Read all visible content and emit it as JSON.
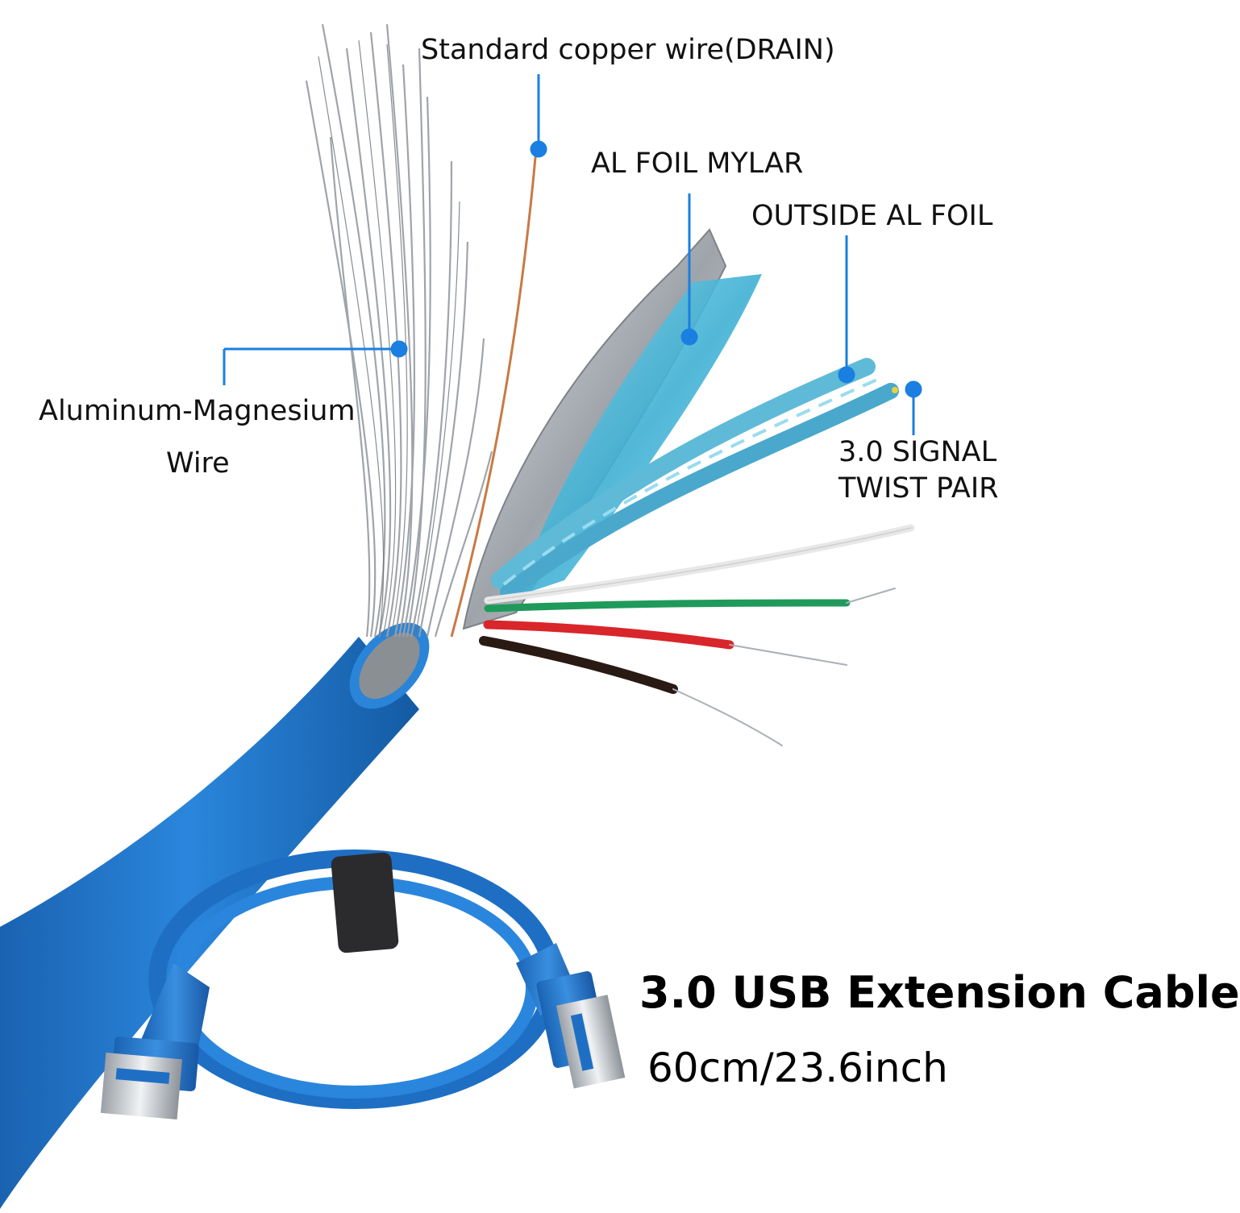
{
  "labels": {
    "drain": "Standard copper wire(DRAIN)",
    "mylar": "AL FOIL MYLAR",
    "outside_foil": "OUTSIDE AL FOIL",
    "al_mg_line1": "Aluminum-Magnesium",
    "al_mg_line2": "Wire",
    "signal_line1": "3.0 SIGNAL",
    "signal_line2": "TWIST PAIR"
  },
  "product": {
    "title": "3.0 USB Extension Cable",
    "length": "60cm/23.6inch"
  },
  "colors": {
    "cable_blue": "#1e73c8",
    "callout_blue": "#1a7fe0",
    "foil_silver": "#c8ccd0",
    "mylar_cyan": "#5fc6e0",
    "wire_white": "#f2f2f2",
    "wire_green": "#1f9a5a",
    "wire_red": "#d8262a",
    "wire_black": "#2a1a14",
    "copper": "#c87a45"
  }
}
